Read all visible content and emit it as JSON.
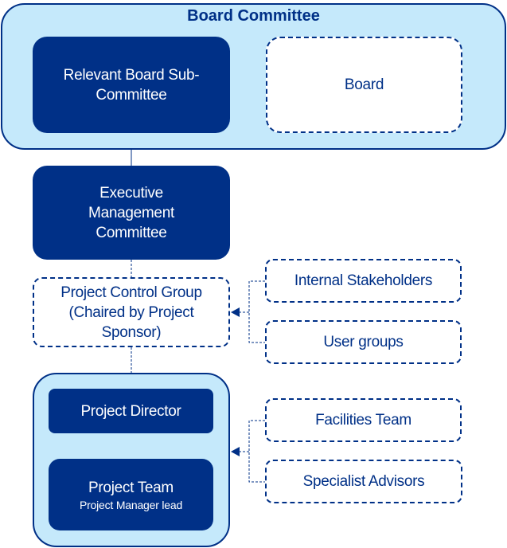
{
  "diagram": {
    "board_committee": {
      "title": "Board Committee",
      "sub_committee": "Relevant Board Sub-Committee",
      "board": "Board"
    },
    "executive": "Executive Management Committee",
    "project_control_group": "Project Control Group (Chaired by Project Sponsor)",
    "stakeholders": {
      "internal": "Internal Stakeholders",
      "user_groups": "User groups"
    },
    "project_group": {
      "director": "Project Director",
      "team": "Project Team",
      "team_sub": "Project Manager lead"
    },
    "advisors": {
      "facilities": "Facilities Team",
      "specialist": "Specialist Advisors"
    },
    "colors": {
      "navy": "#003087",
      "light_blue": "#c5e9fb",
      "white": "#ffffff"
    }
  }
}
